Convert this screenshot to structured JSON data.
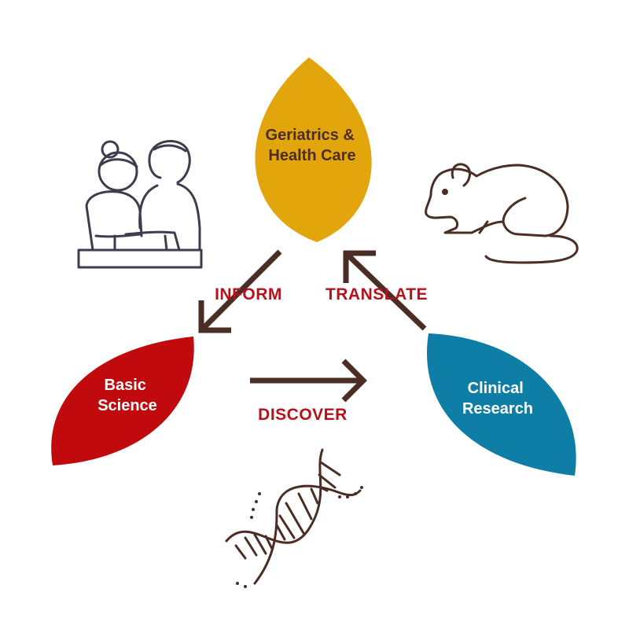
{
  "colors": {
    "geriatrics": "#e3a50c",
    "basic_science": "#c00a0d",
    "clinical_research": "#0e7ea6",
    "arrow": "#4a2e25",
    "flow_text": "#b5121b",
    "leaf_text_dark": "#4a2e25",
    "leaf_text_light": "#ffffff",
    "people_line": "#3d3e4d",
    "mouse_line": "#4a2e25"
  },
  "nodes": {
    "geriatrics": {
      "line1": "Geriatrics &",
      "line2": "Health Care"
    },
    "basic_science": {
      "line1": "Basic",
      "line2": "Science"
    },
    "clinical_research": {
      "line1": "Clinical",
      "line2": "Research"
    }
  },
  "flows": {
    "inform": "INFORM",
    "translate": "TRANSLATE",
    "discover": "DISCOVER"
  },
  "icons": {
    "people": "patient-caregiver-icon",
    "mouse": "lab-mouse-icon",
    "dna": "dna-helix-icon"
  }
}
